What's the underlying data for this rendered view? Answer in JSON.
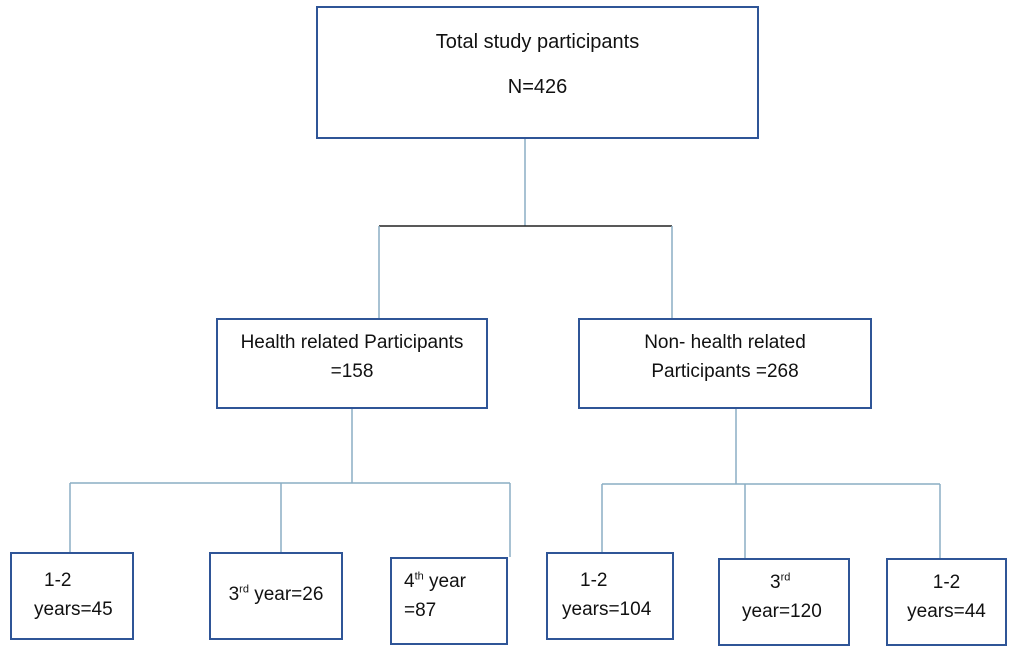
{
  "root": {
    "title": "Total study participants",
    "count": "N=426"
  },
  "health": {
    "line1": "Health related Participants",
    "line2": "=158"
  },
  "nonhealth": {
    "line1": "Non- health related",
    "line2": "Participants =268"
  },
  "health_leaves": {
    "a": {
      "line1": "1-2",
      "line2": "years=45"
    },
    "b": {
      "ordinal": "3",
      "suffix": "rd",
      "rest": " year=26"
    },
    "c": {
      "ordinal": "4",
      "suffix": "th",
      "rest": " year",
      "line2": "=87"
    }
  },
  "nonhealth_leaves": {
    "a": {
      "line1": "1-2",
      "line2": "years=104"
    },
    "b": {
      "ordinal": "3",
      "suffix": "rd",
      "line2": "year=120"
    },
    "c": {
      "line1": "1-2",
      "line2": "years=44"
    }
  },
  "colors": {
    "box_border": "#2f5597",
    "connector": "#8aaec4",
    "connector_dark": "#222222"
  }
}
